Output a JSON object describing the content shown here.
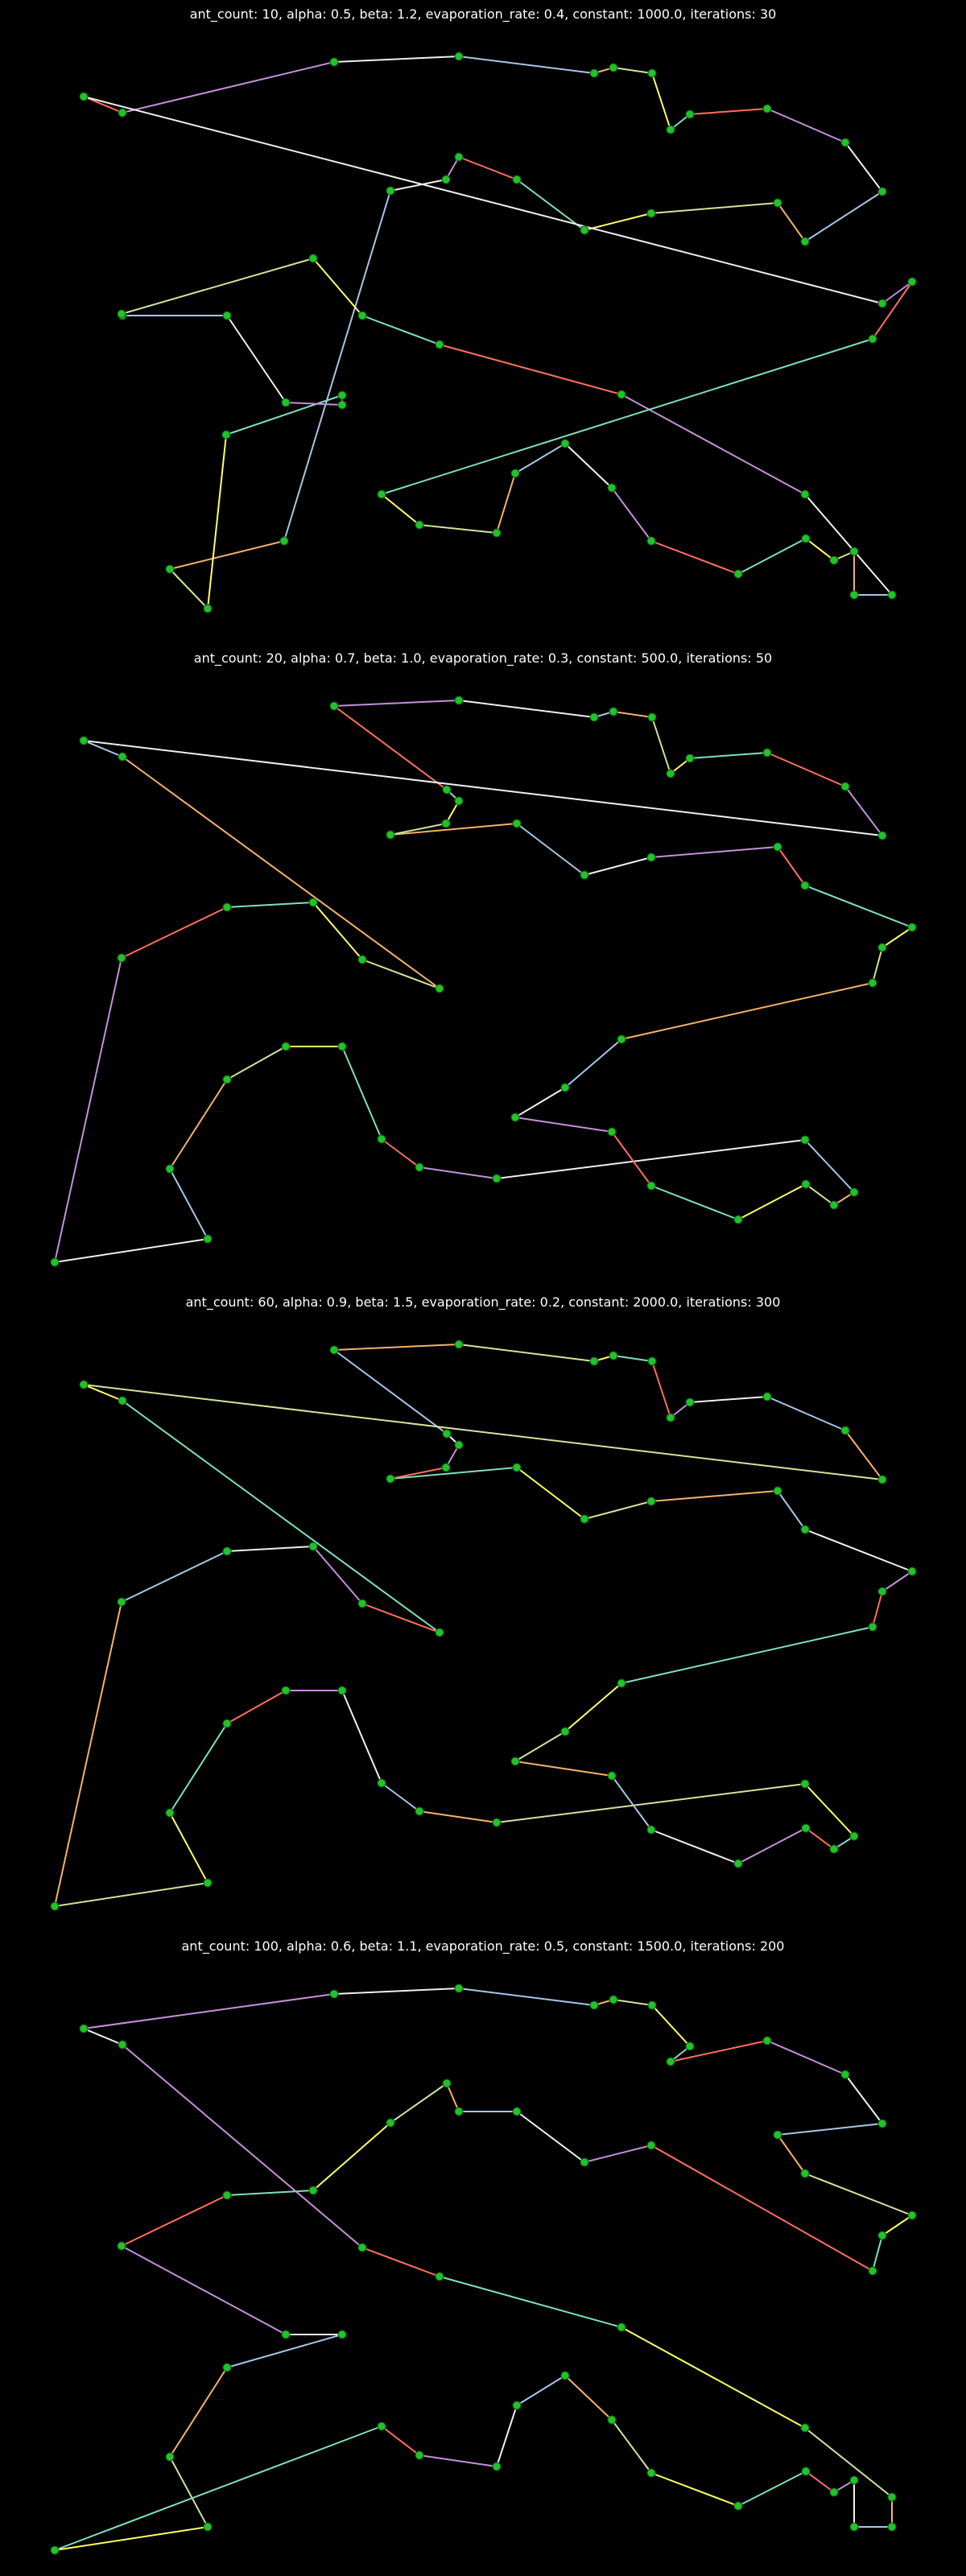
{
  "palette": [
    "#ff6f5e",
    "#a7c7e7",
    "#ffff66",
    "#c590d8",
    "#f4b26a",
    "#7ee0c0",
    "#f0f0f0",
    "#cfe59a"
  ],
  "node_color": "#22c22a",
  "chart_data": [
    {
      "type": "line",
      "title": "ant_count: 10, alpha: 0.5, beta: 1.2, evaporation_rate: 0.4, constant: 1000.0, iterations: 30",
      "xlim": [
        0,
        1200
      ],
      "ylim": [
        0,
        800
      ],
      "path": [
        [
          104,
          120
        ],
        [
          152,
          140
        ],
        [
          415,
          77
        ],
        [
          570,
          70
        ],
        [
          738,
          91
        ],
        [
          762,
          84
        ],
        [
          810,
          91
        ],
        [
          833,
          161
        ],
        [
          857,
          142
        ],
        [
          953,
          135
        ],
        [
          1050,
          177
        ],
        [
          1096,
          238
        ],
        [
          1000,
          300
        ],
        [
          966,
          252
        ],
        [
          809,
          265
        ],
        [
          726,
          286
        ],
        [
          642,
          223
        ],
        [
          570,
          195
        ],
        [
          554,
          223
        ],
        [
          485,
          237
        ],
        [
          353,
          672
        ],
        [
          211,
          707
        ],
        [
          258,
          756
        ],
        [
          281,
          540
        ],
        [
          425,
          491
        ],
        [
          425,
          503
        ],
        [
          355,
          500
        ],
        [
          282,
          392
        ],
        [
          152,
          392
        ],
        [
          151,
          390
        ],
        [
          389,
          321
        ],
        [
          450,
          392
        ],
        [
          546,
          428
        ],
        [
          772,
          490
        ],
        [
          1000,
          614
        ],
        [
          1108,
          739
        ],
        [
          1061,
          739
        ],
        [
          1061,
          685
        ],
        [
          1036,
          696
        ],
        [
          1001,
          669
        ],
        [
          917,
          713
        ],
        [
          809,
          672
        ],
        [
          760,
          606
        ],
        [
          702,
          551
        ],
        [
          640,
          588
        ],
        [
          617,
          662
        ],
        [
          521,
          652
        ],
        [
          474,
          614
        ],
        [
          1084,
          421
        ],
        [
          1133,
          350
        ],
        [
          1096,
          377
        ],
        [
          104,
          120
        ]
      ]
    },
    {
      "type": "line",
      "title": "ant_count: 20, alpha: 0.7, beta: 1.0, evaporation_rate: 0.3, constant: 500.0, iterations: 50",
      "xlim": [
        0,
        1200
      ],
      "ylim": [
        0,
        800
      ],
      "path": [
        [
          104,
          120
        ],
        [
          152,
          140
        ],
        [
          546,
          428
        ],
        [
          450,
          392
        ],
        [
          389,
          321
        ],
        [
          282,
          327
        ],
        [
          151,
          390
        ],
        [
          68,
          768
        ],
        [
          258,
          739
        ],
        [
          211,
          652
        ],
        [
          282,
          541
        ],
        [
          355,
          500
        ],
        [
          425,
          500
        ],
        [
          474,
          615
        ],
        [
          521,
          650
        ],
        [
          617,
          664
        ],
        [
          1000,
          616
        ],
        [
          1061,
          681
        ],
        [
          1036,
          697
        ],
        [
          1001,
          671
        ],
        [
          917,
          715
        ],
        [
          809,
          673
        ],
        [
          760,
          606
        ],
        [
          640,
          588
        ],
        [
          702,
          551
        ],
        [
          772,
          491
        ],
        [
          1084,
          421
        ],
        [
          1096,
          377
        ],
        [
          1133,
          352
        ],
        [
          1000,
          300
        ],
        [
          966,
          252
        ],
        [
          809,
          265
        ],
        [
          726,
          287
        ],
        [
          642,
          223
        ],
        [
          485,
          237
        ],
        [
          554,
          223
        ],
        [
          570,
          195
        ],
        [
          555,
          181
        ],
        [
          415,
          77
        ],
        [
          570,
          70
        ],
        [
          738,
          91
        ],
        [
          762,
          84
        ],
        [
          810,
          91
        ],
        [
          833,
          161
        ],
        [
          857,
          142
        ],
        [
          953,
          135
        ],
        [
          1050,
          177
        ],
        [
          1096,
          238
        ],
        [
          104,
          120
        ]
      ]
    },
    {
      "type": "line",
      "title": "ant_count: 60, alpha: 0.9, beta: 1.5, evaporation_rate: 0.2, constant: 2000.0, iterations: 300",
      "xlim": [
        0,
        1200
      ],
      "ylim": [
        0,
        800
      ],
      "path": [
        [
          104,
          120
        ],
        [
          152,
          140
        ],
        [
          546,
          428
        ],
        [
          450,
          392
        ],
        [
          389,
          321
        ],
        [
          282,
          327
        ],
        [
          151,
          390
        ],
        [
          68,
          768
        ],
        [
          258,
          739
        ],
        [
          211,
          652
        ],
        [
          282,
          541
        ],
        [
          355,
          500
        ],
        [
          425,
          500
        ],
        [
          474,
          615
        ],
        [
          521,
          650
        ],
        [
          617,
          664
        ],
        [
          1000,
          616
        ],
        [
          1061,
          681
        ],
        [
          1036,
          697
        ],
        [
          1001,
          671
        ],
        [
          917,
          715
        ],
        [
          809,
          673
        ],
        [
          760,
          606
        ],
        [
          640,
          588
        ],
        [
          702,
          551
        ],
        [
          772,
          491
        ],
        [
          1084,
          421
        ],
        [
          1096,
          377
        ],
        [
          1133,
          352
        ],
        [
          1000,
          300
        ],
        [
          966,
          252
        ],
        [
          809,
          265
        ],
        [
          726,
          287
        ],
        [
          642,
          223
        ],
        [
          485,
          237
        ],
        [
          554,
          223
        ],
        [
          570,
          195
        ],
        [
          555,
          181
        ],
        [
          415,
          77
        ],
        [
          570,
          70
        ],
        [
          738,
          91
        ],
        [
          762,
          84
        ],
        [
          810,
          91
        ],
        [
          833,
          161
        ],
        [
          857,
          142
        ],
        [
          953,
          135
        ],
        [
          1050,
          177
        ],
        [
          1096,
          238
        ],
        [
          104,
          120
        ]
      ]
    },
    {
      "type": "line",
      "title": "ant_count: 100, alpha: 0.6, beta: 1.1, evaporation_rate: 0.5, constant: 1500.0, iterations: 200",
      "xlim": [
        0,
        1200
      ],
      "ylim": [
        0,
        800
      ],
      "path": [
        [
          104,
          120
        ],
        [
          415,
          77
        ],
        [
          570,
          70
        ],
        [
          738,
          91
        ],
        [
          762,
          84
        ],
        [
          810,
          91
        ],
        [
          857,
          142
        ],
        [
          833,
          161
        ],
        [
          953,
          135
        ],
        [
          1050,
          177
        ],
        [
          1096,
          238
        ],
        [
          966,
          252
        ],
        [
          1000,
          300
        ],
        [
          1133,
          352
        ],
        [
          1096,
          377
        ],
        [
          1084,
          421
        ],
        [
          809,
          265
        ],
        [
          726,
          286
        ],
        [
          642,
          223
        ],
        [
          570,
          223
        ],
        [
          555,
          188
        ],
        [
          485,
          237
        ],
        [
          389,
          321
        ],
        [
          282,
          327
        ],
        [
          151,
          390
        ],
        [
          355,
          500
        ],
        [
          425,
          500
        ],
        [
          282,
          541
        ],
        [
          211,
          652
        ],
        [
          258,
          739
        ],
        [
          68,
          768
        ],
        [
          474,
          614
        ],
        [
          521,
          650
        ],
        [
          617,
          664
        ],
        [
          642,
          588
        ],
        [
          702,
          551
        ],
        [
          760,
          606
        ],
        [
          809,
          672
        ],
        [
          917,
          713
        ],
        [
          1001,
          670
        ],
        [
          1036,
          696
        ],
        [
          1061,
          681
        ],
        [
          1061,
          739
        ],
        [
          1108,
          739
        ],
        [
          1108,
          702
        ],
        [
          1000,
          616
        ],
        [
          772,
          491
        ],
        [
          546,
          428
        ],
        [
          450,
          392
        ],
        [
          152,
          140
        ],
        [
          104,
          120
        ]
      ]
    }
  ]
}
